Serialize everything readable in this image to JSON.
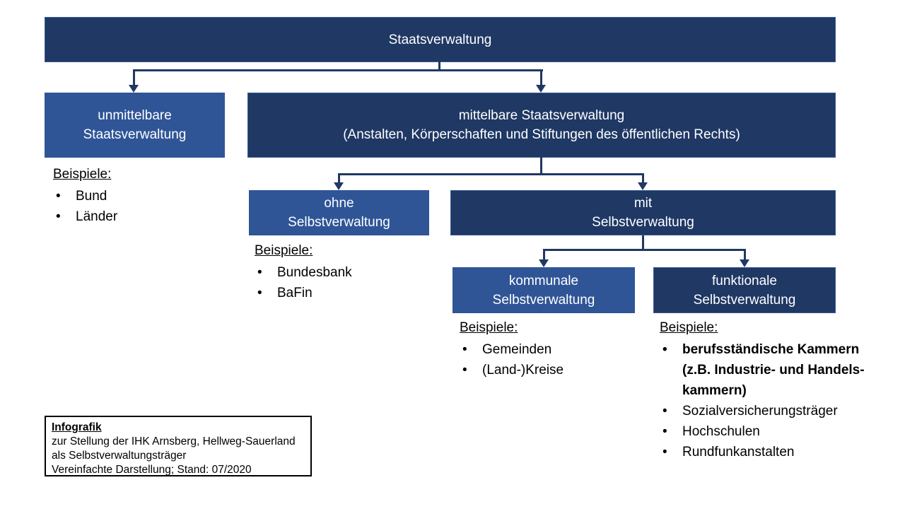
{
  "title_box": {
    "label": "Staatsverwaltung"
  },
  "level1": {
    "unmittelbare": {
      "label": "unmittelbare\nStaatsverwaltung"
    },
    "mittelbare": {
      "label": "mittelbare Staatsverwaltung\n(Anstalten, Körperschaften und Stiftungen des öffentlichen Rechts)"
    }
  },
  "level2": {
    "ohne": {
      "label": "ohne\nSelbstverwaltung"
    },
    "mit": {
      "label": "mit\nSelbstverwaltung"
    }
  },
  "level3": {
    "kommunale": {
      "label": "kommunale\nSelbstverwaltung"
    },
    "funktionale": {
      "label": "funktionale\nSelbstverwaltung"
    }
  },
  "examples": {
    "unmittelbare": {
      "heading": "Beispiele:",
      "items": [
        "Bund",
        "Länder"
      ]
    },
    "ohne": {
      "heading": "Beispiele:",
      "items": [
        "Bundesbank",
        "BaFin"
      ]
    },
    "kommunale": {
      "heading": "Beispiele:",
      "items": [
        "Gemeinden",
        "(Land-)Kreise"
      ]
    },
    "funktionale": {
      "heading": "Beispiele:",
      "items": [
        "berufsständische Kammern\n(z.B. Industrie- und Handels-\nkammern)",
        "Sozialversicherungsträger",
        "Hochschulen",
        "Rundfunkanstalten"
      ]
    }
  },
  "infobox": {
    "title": "Infografik",
    "lines": [
      "zur Stellung der IHK Arnsberg, Hellweg-Sauerland",
      "als Selbstverwaltungsträger",
      "Vereinfachte Darstellung;  Stand: 07/2020"
    ]
  },
  "colors": {
    "dark_blue": "#1F3864",
    "medium_blue": "#2F5597",
    "connector": "#203864",
    "text_on_box": "#FFFFFF",
    "body_text": "#000000"
  }
}
